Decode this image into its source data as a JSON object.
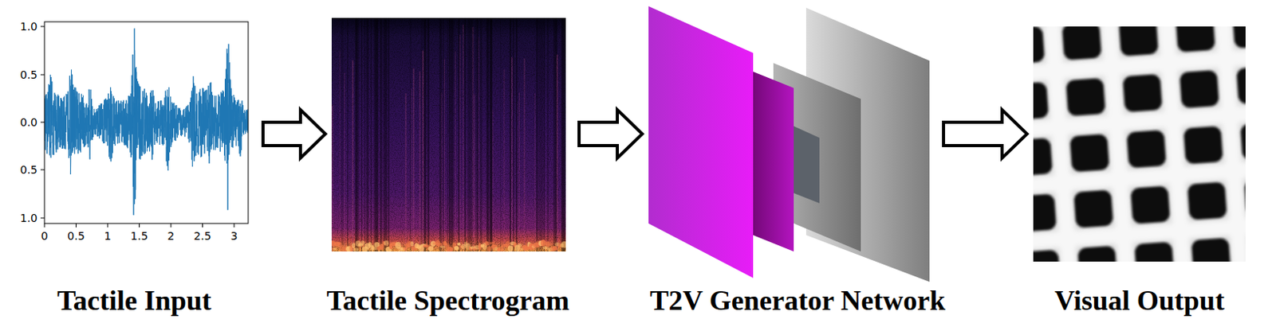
{
  "diagram": {
    "nodes": [
      {
        "text": [
          "Tactile Input"
        ]
      },
      {
        "text": [
          "Tactile Spectrogram"
        ]
      },
      {
        "text": [
          "T2V Generator Network"
        ]
      },
      {
        "text": [
          "Visual Output"
        ]
      }
    ],
    "edges": [
      {
        "from": 0,
        "to": 1,
        "arrow": "to"
      },
      {
        "from": 1,
        "to": 2,
        "arrow": "to"
      },
      {
        "from": 2,
        "to": 3,
        "arrow": "to"
      }
    ],
    "labels": [
      "1.0",
      "0.5",
      "0.0",
      "0.5",
      "1.0",
      "0",
      "0.5",
      "1",
      "1.5",
      "2",
      "2.5",
      "3"
    ]
  }
}
